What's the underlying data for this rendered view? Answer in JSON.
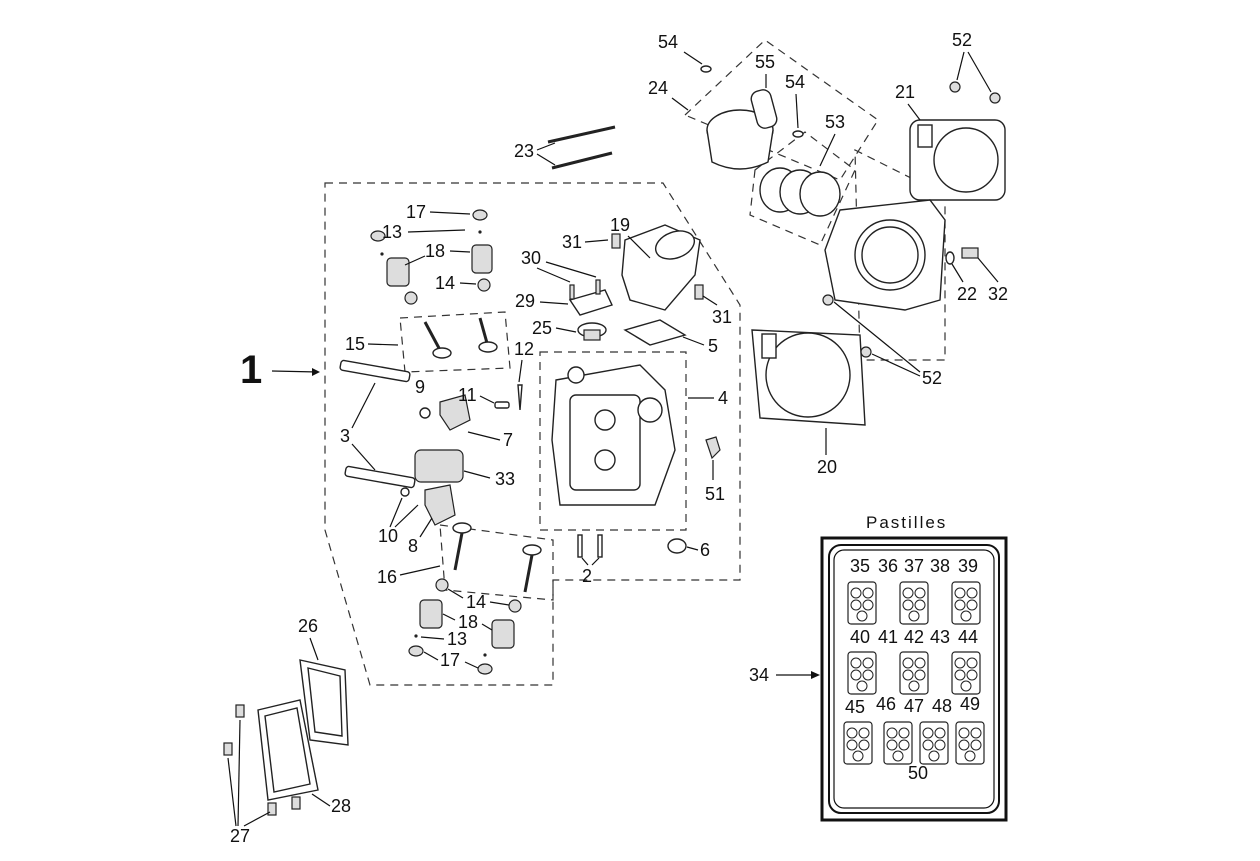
{
  "diagram": {
    "title": "Cylinder head / cylinder exploded parts diagram",
    "assembly_label": "1",
    "callouts": {
      "c1": "1",
      "c2": "2",
      "c3": "3",
      "c4": "4",
      "c5": "5",
      "c6": "6",
      "c7": "7",
      "c8": "8",
      "c9": "9",
      "c10": "10",
      "c11": "11",
      "c12": "12",
      "c13a": "13",
      "c13b": "13",
      "c14a": "14",
      "c14b": "14",
      "c15": "15",
      "c16": "16",
      "c17a": "17",
      "c17b": "17",
      "c18a": "18",
      "c18b": "18",
      "c19": "19",
      "c20": "20",
      "c21": "21",
      "c22": "22",
      "c23": "23",
      "c24": "24",
      "c25": "25",
      "c26": "26",
      "c27": "27",
      "c28": "28",
      "c29": "29",
      "c30": "30",
      "c31a": "31",
      "c31b": "31",
      "c32": "32",
      "c33": "33",
      "c34": "34",
      "c51": "51",
      "c52a": "52",
      "c52b": "52",
      "c53": "53",
      "c54a": "54",
      "c54b": "54",
      "c55": "55"
    },
    "shim_box": {
      "title": "Pastilles",
      "rows": [
        {
          "labels": [
            "35",
            "36",
            "37",
            "38",
            "39"
          ]
        },
        {
          "labels": [
            "40",
            "41",
            "42",
            "43",
            "44"
          ]
        },
        {
          "labels": [
            "45",
            "46",
            "47",
            "48",
            "49"
          ]
        }
      ],
      "bottom_label": "50"
    }
  }
}
